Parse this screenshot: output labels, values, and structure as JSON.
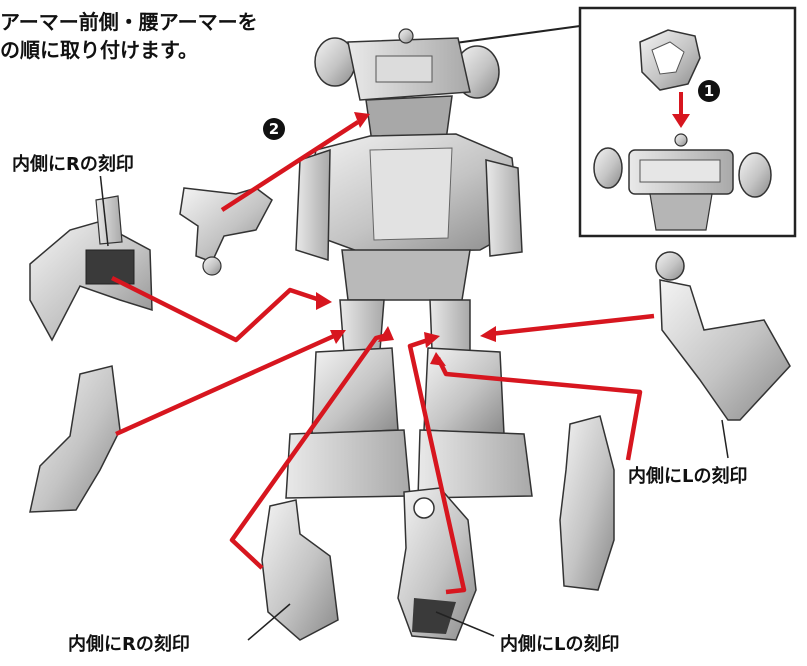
{
  "instructions": {
    "line1": "アーマー前側・腰アーマーを",
    "line2": "の順に取り付けます。"
  },
  "steps": {
    "step1": "1",
    "step2": "2"
  },
  "labels": {
    "inner_r_top": "内側にRの刻印",
    "inner_r_bottom": "内側にRの刻印",
    "inner_l_right": "内側にLの刻印",
    "inner_l_bottom": "内側にLの刻印"
  },
  "colors": {
    "arrow": "#d7161f",
    "outline": "#222222",
    "part": "#c9c9c9"
  }
}
